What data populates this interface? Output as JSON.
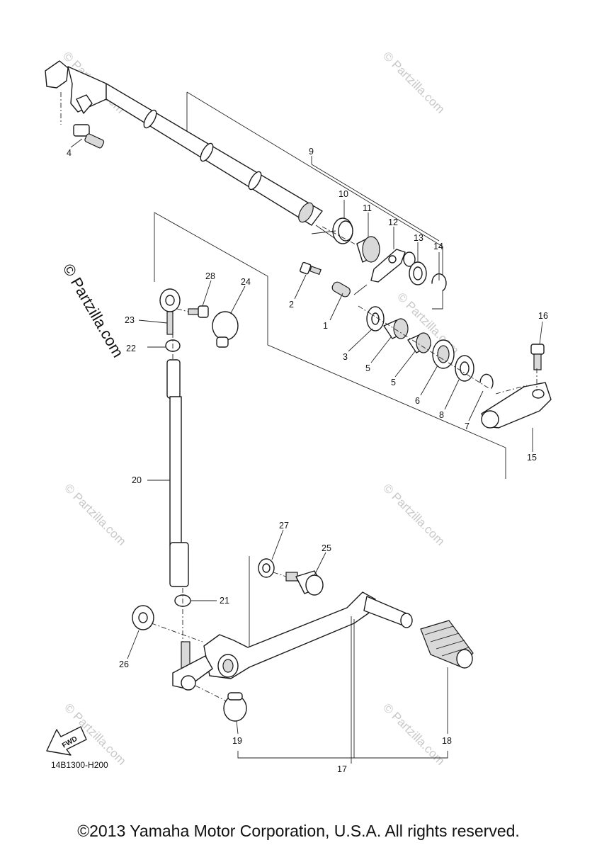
{
  "diagram": {
    "code": "14B1300-H200",
    "fwd_label": "FWD",
    "callouts": [
      {
        "label": "1"
      },
      {
        "label": "2"
      },
      {
        "label": "3"
      },
      {
        "label": "5"
      },
      {
        "label": "5"
      },
      {
        "label": "6"
      },
      {
        "label": "8"
      },
      {
        "label": "7"
      },
      {
        "label": "4"
      },
      {
        "label": "9"
      },
      {
        "label": "10"
      },
      {
        "label": "11"
      },
      {
        "label": "12"
      },
      {
        "label": "13"
      },
      {
        "label": "14"
      },
      {
        "label": "15"
      },
      {
        "label": "16"
      },
      {
        "label": "17"
      },
      {
        "label": "18"
      },
      {
        "label": "19"
      },
      {
        "label": "20"
      },
      {
        "label": "21"
      },
      {
        "label": "22"
      },
      {
        "label": "23"
      },
      {
        "label": "24"
      },
      {
        "label": "25"
      },
      {
        "label": "26"
      },
      {
        "label": "27"
      },
      {
        "label": "28"
      }
    ]
  },
  "watermark": {
    "main": "© Partzilla.com",
    "small": "© Partzilla.com"
  },
  "footer": {
    "copyright": "©2013 Yamaha Motor Corporation, U.S.A. All rights reserved."
  }
}
